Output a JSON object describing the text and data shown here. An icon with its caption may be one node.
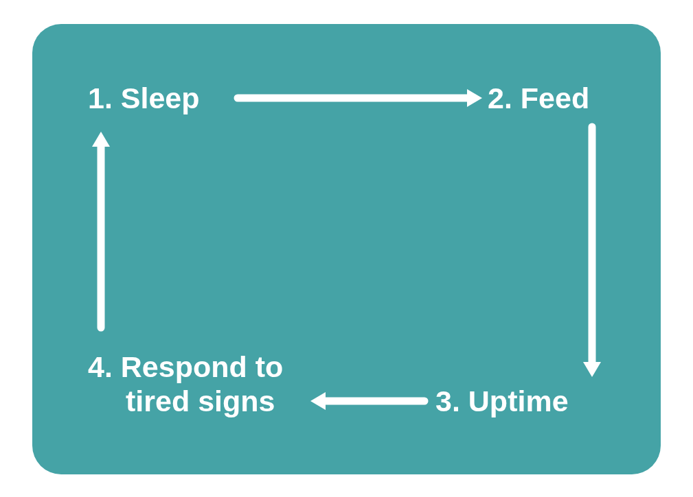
{
  "diagram": {
    "nodes": [
      {
        "text": [
          "1. Sleep"
        ]
      },
      {
        "text": [
          "2. Feed"
        ]
      },
      {
        "text": [
          "3. Uptime"
        ]
      },
      {
        "text": [
          "4. Respond to tired signs"
        ]
      }
    ],
    "edges": [
      {
        "from": 0,
        "to": 1,
        "arrow": "to"
      },
      {
        "from": 1,
        "to": 2,
        "arrow": "to"
      },
      {
        "from": 2,
        "to": 3,
        "arrow": "to"
      },
      {
        "from": 3,
        "to": 0,
        "arrow": "to"
      }
    ]
  }
}
